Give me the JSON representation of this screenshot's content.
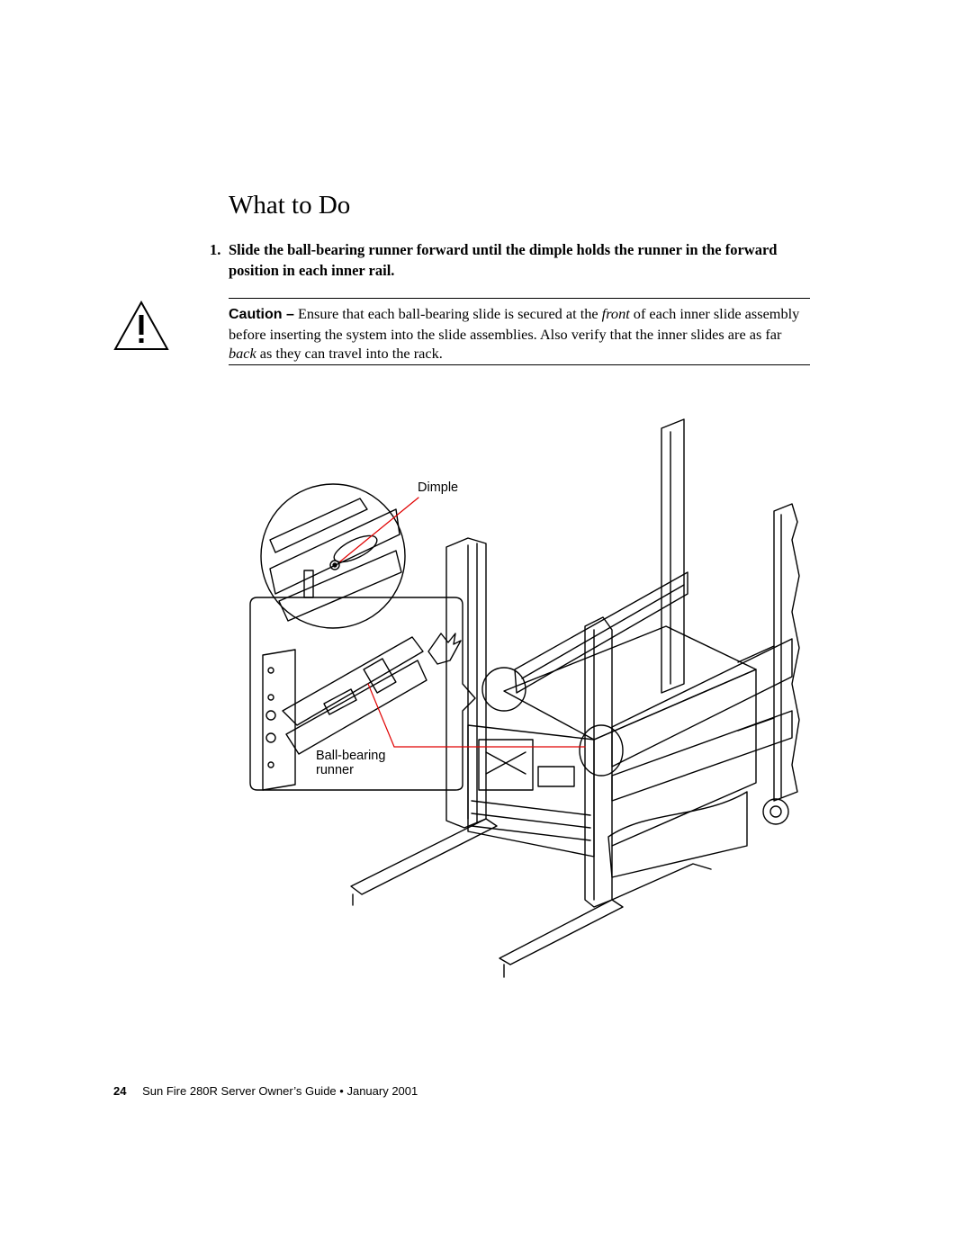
{
  "page": {
    "heading": "What to Do",
    "step": {
      "number": "1.",
      "text": "Slide the ball-bearing runner forward until the dimple holds the runner in the forward position in each inner rail."
    },
    "caution": {
      "label": "Caution –",
      "text_part1": " Ensure that each ball-bearing slide is secured at the ",
      "emphasis1": "front",
      "text_part2": " of each inner slide assembly before inserting the system into the slide assemblies. Also verify that the inner slides are as far ",
      "emphasis2": "back",
      "text_part3": " as they can travel into the rack."
    },
    "figure": {
      "callout_dimple": "Dimple",
      "callout_runner_line1": "Ball-bearing",
      "callout_runner_line2": "runner",
      "callout_color": "#e00000"
    },
    "footer": {
      "page_number": "24",
      "title": "Sun Fire 280R Server Owner’s Guide",
      "separator": "•",
      "date": "January 2001"
    }
  }
}
